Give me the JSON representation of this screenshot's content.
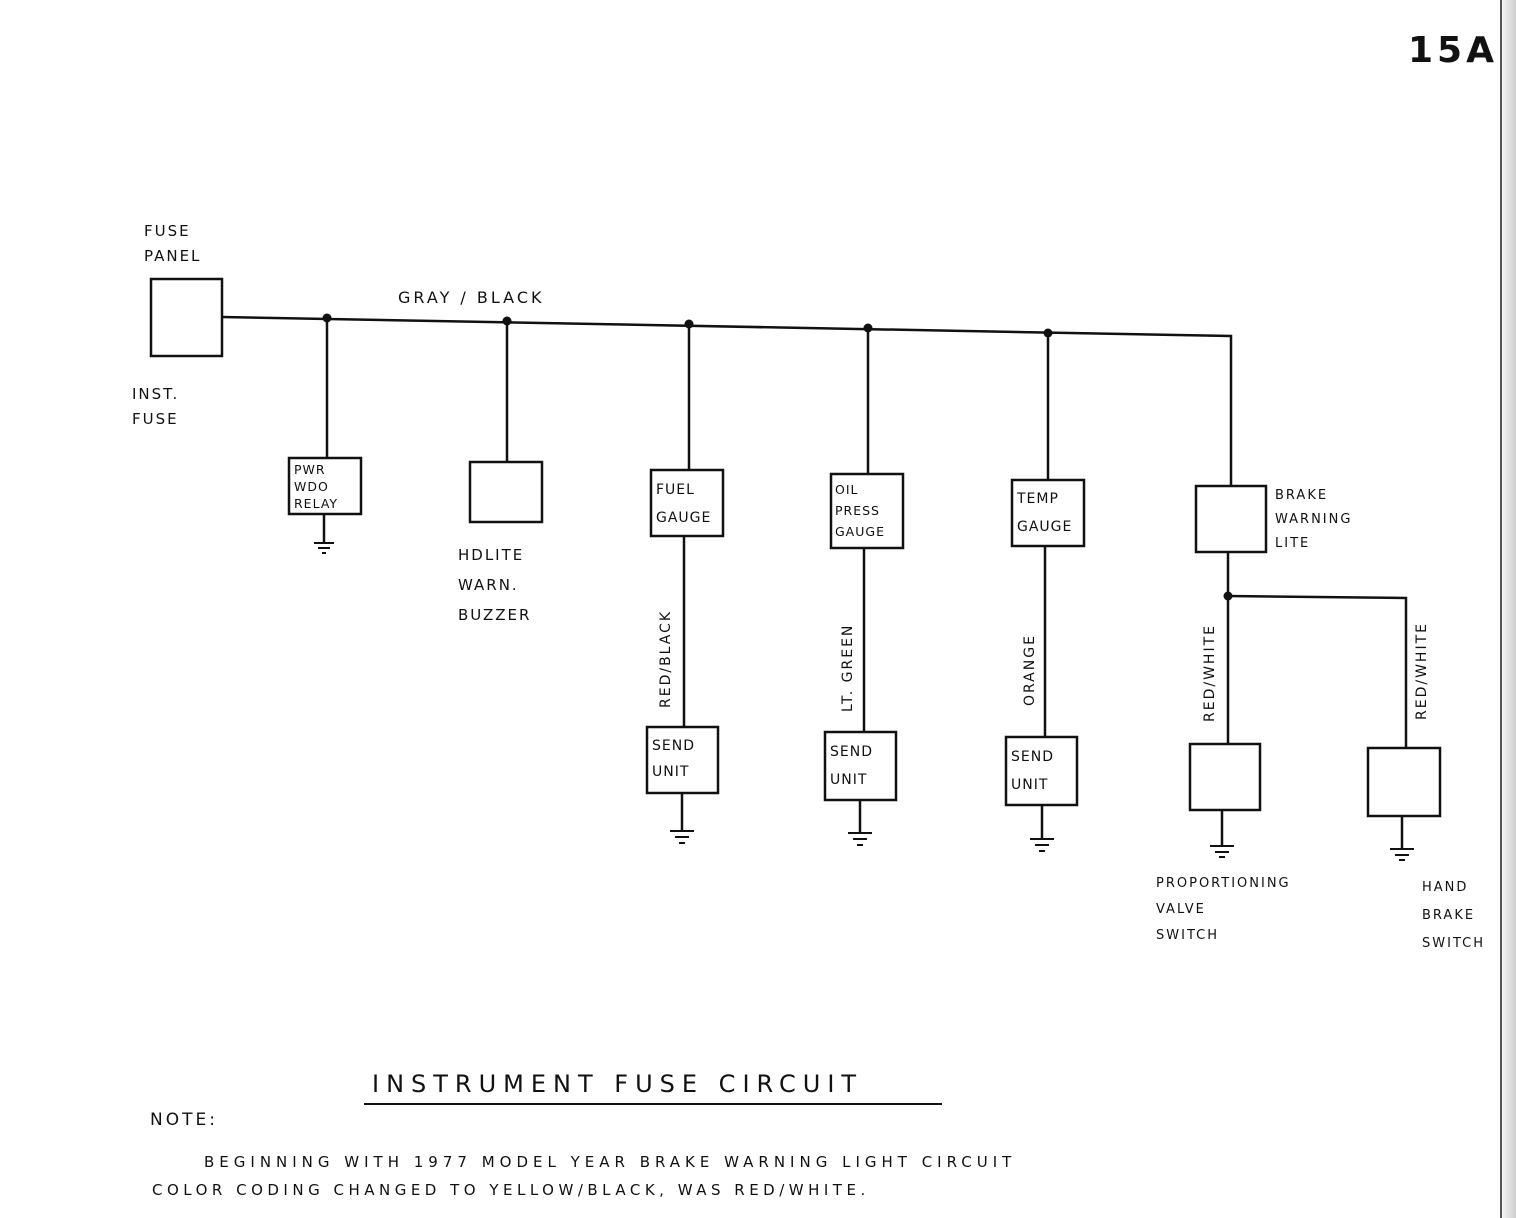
{
  "page_number": "15A",
  "title": "Instrument Fuse Circuit",
  "wire_main": "GRAY / BLACK",
  "fuse": {
    "panel_label": "FUSE\nPANEL",
    "fuse_label": "INST.\nFUSE"
  },
  "branches": [
    {
      "box_label": "PWR\nWDO\nRELAY",
      "outside_label": ""
    },
    {
      "box_label": "",
      "outside_label": "HDLITE\nWARN.\nBUZZER"
    },
    {
      "box_label": "FUEL\nGAUGE",
      "wire_label": "RED/BLACK",
      "send_label": "SEND\nUNIT"
    },
    {
      "box_label": "OIL\nPRESS\nGAUGE",
      "wire_label": "LT. GREEN",
      "send_label": "SEND\nUNIT"
    },
    {
      "box_label": "TEMP\nGAUGE",
      "wire_label": "ORANGE",
      "send_label": "SEND\nUNIT"
    },
    {
      "box_label": "",
      "outside_label": "BRAKE\nWARNING\nLITE"
    }
  ],
  "brake_circuit": {
    "left_wire_label": "RED/WHITE",
    "right_wire_label": "RED/WHITE",
    "left_switch_label": "PROPORTIONING\nVALVE\nSWITCH",
    "right_switch_label": "HAND\nBRAKE\nSWITCH"
  },
  "note": {
    "heading": "Note:",
    "line1": "Beginning with 1977 model year brake warning light circuit",
    "line2": "color coding changed to Yellow/Black, was Red/White."
  }
}
